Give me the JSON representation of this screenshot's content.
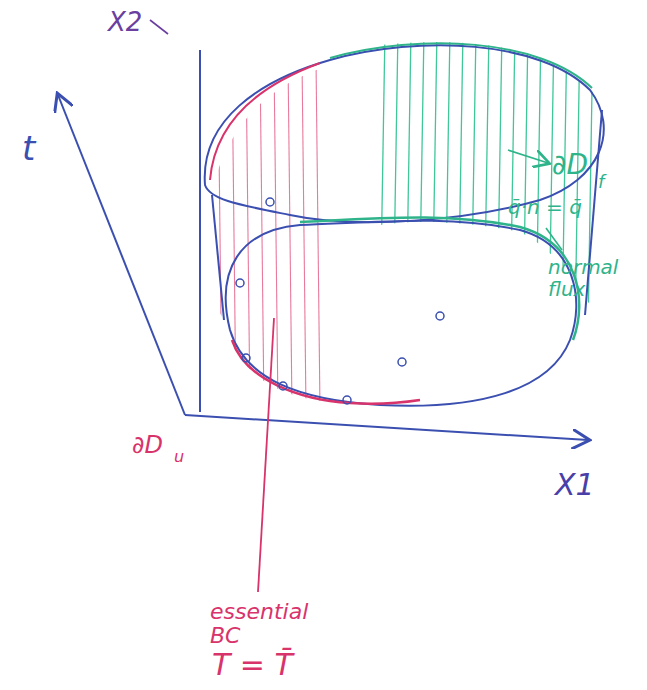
{
  "diagram": {
    "labels": [
      "t",
      "X2",
      "X1",
      "∂D",
      "u",
      "∂D",
      "f",
      "q̄·n = q̄",
      "normal flux",
      "essential BC",
      "T = T̄"
    ]
  }
}
